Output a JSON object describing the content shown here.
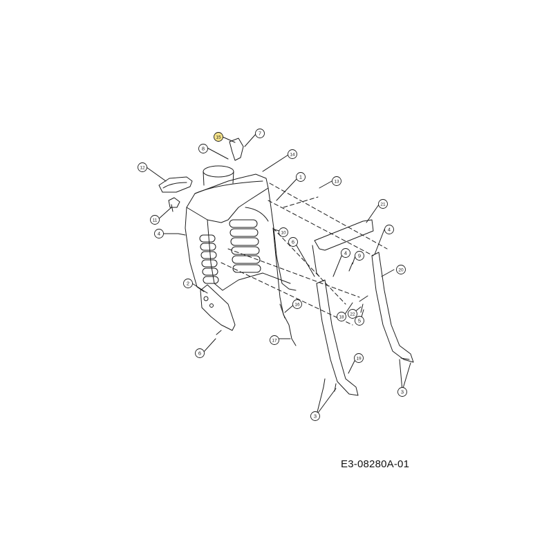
{
  "colors": {
    "line": "#1a1a1a",
    "highlight": "#f5e38a",
    "background": "#ffffff"
  },
  "diagram": {
    "code": "E3-08280A-01",
    "callouts": [
      {
        "id": "c15",
        "text": "15",
        "highlight": true
      },
      {
        "id": "c7",
        "text": "7"
      },
      {
        "id": "c8",
        "text": "8"
      },
      {
        "id": "c14",
        "text": "14"
      },
      {
        "id": "c12",
        "text": "12"
      },
      {
        "id": "c1",
        "text": "1"
      },
      {
        "id": "c13",
        "text": "13"
      },
      {
        "id": "c11",
        "text": "11"
      },
      {
        "id": "c21",
        "text": "21"
      },
      {
        "id": "c4a",
        "text": "4"
      },
      {
        "id": "c10",
        "text": "10"
      },
      {
        "id": "c4b",
        "text": "4"
      },
      {
        "id": "c6a",
        "text": "6"
      },
      {
        "id": "c4c",
        "text": "4"
      },
      {
        "id": "c9",
        "text": "9"
      },
      {
        "id": "c20",
        "text": "20"
      },
      {
        "id": "c2",
        "text": "2"
      },
      {
        "id": "c18",
        "text": "18"
      },
      {
        "id": "c16",
        "text": "16"
      },
      {
        "id": "c22",
        "text": "22"
      },
      {
        "id": "c5",
        "text": "5"
      },
      {
        "id": "c17",
        "text": "17"
      },
      {
        "id": "c6b",
        "text": "6"
      },
      {
        "id": "c19",
        "text": "19"
      },
      {
        "id": "c3a",
        "text": "3"
      },
      {
        "id": "c3b",
        "text": "3"
      }
    ]
  }
}
